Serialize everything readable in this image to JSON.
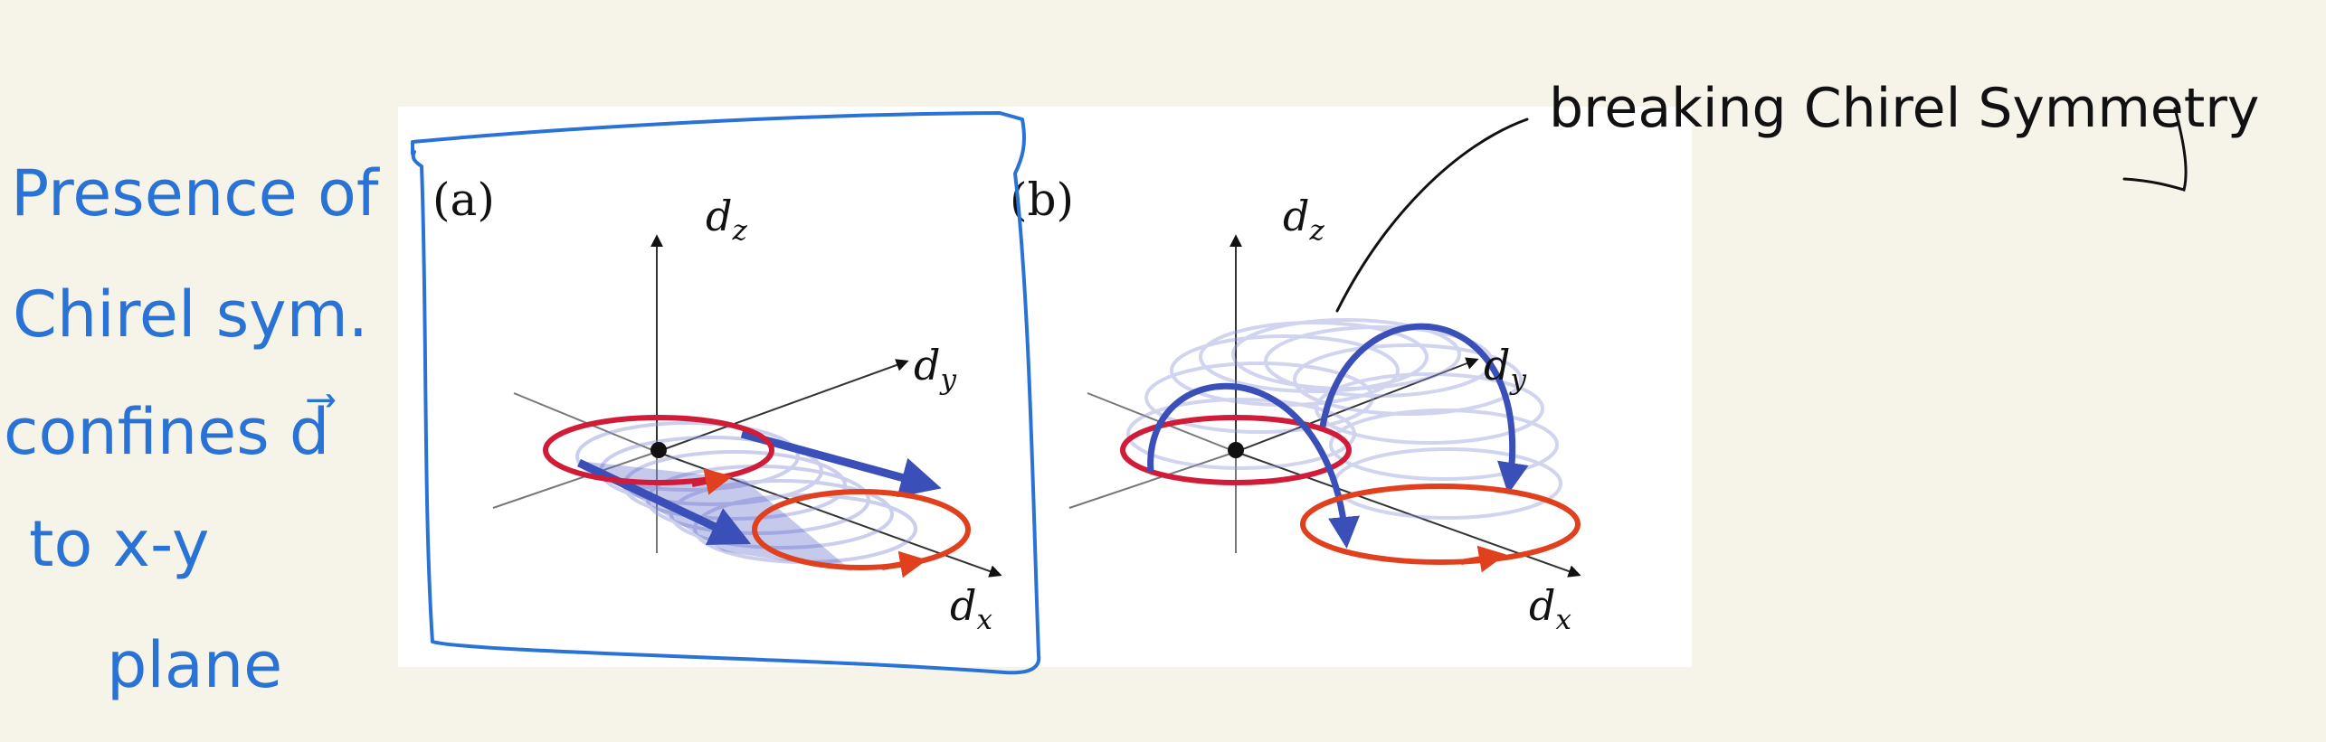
{
  "colors": {
    "background": "#f6f4e8",
    "panel": "#ffffff",
    "ink_blue": "#2a73d6",
    "ink_black": "#111111",
    "loop_red": "#d01c38",
    "loop_red_orange": "#e0401e",
    "arrow_blue": "#3a4fb8",
    "trail_blue": "#8e95d9"
  },
  "panels": [
    {
      "tag": "(a)",
      "axis_labels": {
        "z": "d",
        "z_sub": "z",
        "y": "d",
        "y_sub": "y",
        "x": "d",
        "x_sub": "x"
      }
    },
    {
      "tag": "(b)",
      "axis_labels": {
        "z": "d",
        "z_sub": "z",
        "y": "d",
        "y_sub": "y",
        "x": "d",
        "x_sub": "x"
      }
    }
  ],
  "annotations": {
    "left_note": [
      "Presence of",
      "Chirel sym.",
      "confines d⃗",
      "to  x-y",
      "plane"
    ],
    "right_note": "breaking  Chirel Symmetry"
  }
}
